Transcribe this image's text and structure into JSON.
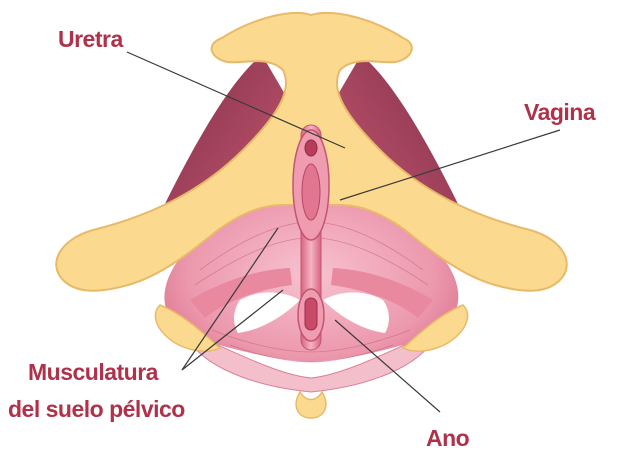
{
  "labels": {
    "uretra": "Uretra",
    "vagina": "Vagina",
    "musculatura_line1": "Musculatura",
    "musculatura_line2": "del suelo pélvico",
    "ano": "Ano"
  },
  "colors": {
    "label_text": "#b0324a",
    "leader_line": "#3a3a3a",
    "bone": "#fbd98f",
    "bone_edge": "#e9b96a",
    "muscle_dark": "#9a3b55",
    "muscle_mid": "#c9556f",
    "muscle_light": "#ec9fb1",
    "muscle_pale": "#f6c6d2"
  }
}
